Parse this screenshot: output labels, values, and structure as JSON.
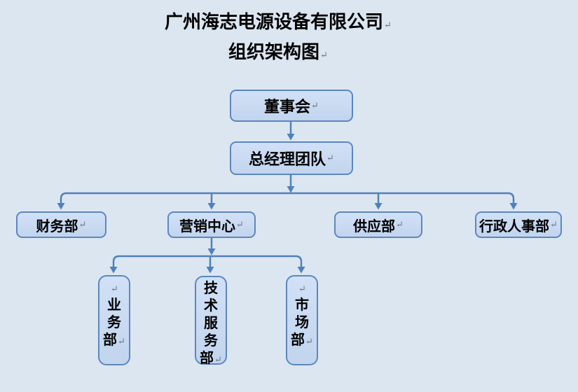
{
  "document": {
    "title_line1": "广州海志电源设备有限公司",
    "title_line2": "组织架构图",
    "paragraph_mark": "↵"
  },
  "hierarchy": {
    "name": "董事会",
    "children": [
      {
        "name": "总经理团队",
        "children": [
          {
            "name": "财务部"
          },
          {
            "name": "营销中心",
            "children": [
              {
                "name": "业务部"
              },
              {
                "name": "技术服务部"
              },
              {
                "name": "市场部"
              }
            ]
          },
          {
            "name": "供应部"
          },
          {
            "name": "行政人事部"
          }
        ]
      }
    ]
  },
  "colors": {
    "page_background": "#dce6f1",
    "node_fill": "#c8d9f0",
    "node_border": "#5b87c2",
    "connector": "#4f81bd",
    "text": "#000000",
    "paragraph_mark": "#6e7886"
  }
}
